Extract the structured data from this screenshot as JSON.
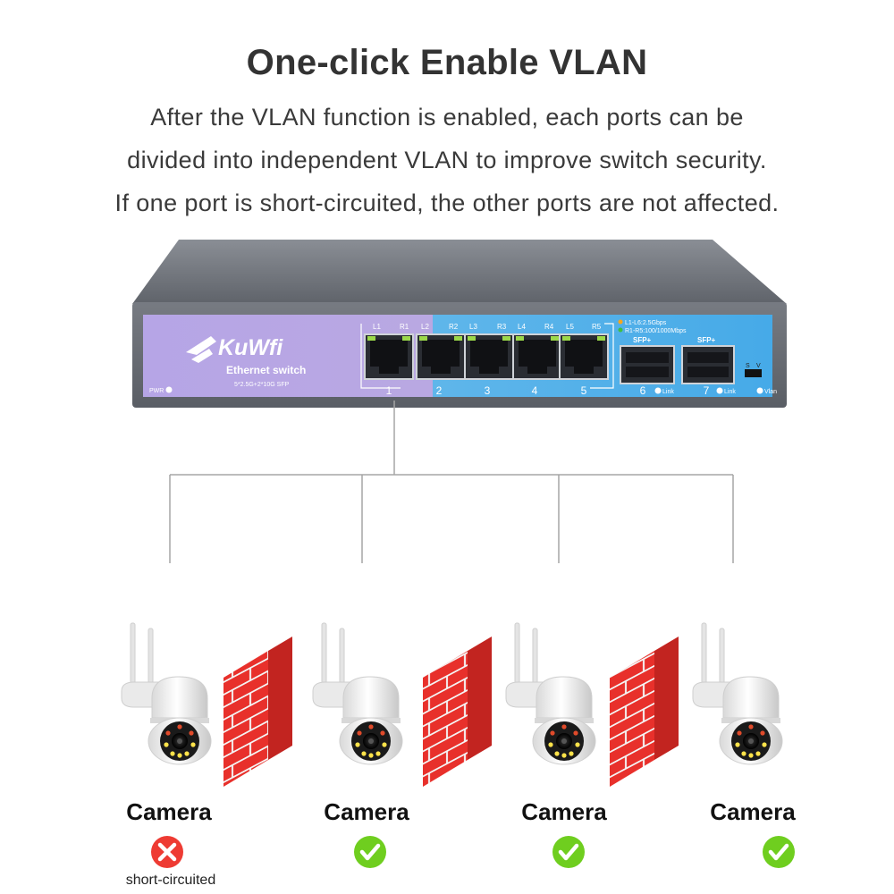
{
  "heading": "One-click Enable VLAN",
  "description": [
    "After the VLAN function is enabled, each ports can be",
    "divided into independent VLAN to improve switch security.",
    "If one port is short-circuited, the other ports are not affected."
  ],
  "switch": {
    "brand": "KuWfi",
    "subtitle": "Ethernet switch",
    "spec": "5*2.5G+2*10G SFP",
    "pwr_label": "PWR",
    "led_top_labels": [
      "L1",
      "R1",
      "L2",
      "R2",
      "L3",
      "R3",
      "L4",
      "R4",
      "L5",
      "R5"
    ],
    "legend": [
      "L1-L6:2.5Gbps",
      "R1-R5:100/1000Mbps"
    ],
    "rj45_ports": [
      "1",
      "2",
      "3",
      "4",
      "5"
    ],
    "sfp_ports": [
      {
        "label": "SFP+",
        "number": "6",
        "link": "Link"
      },
      {
        "label": "SFP+",
        "number": "7",
        "link": "Link"
      }
    ],
    "switch_labels": [
      "S",
      "V"
    ],
    "vlan_label": "Vlan",
    "colors": {
      "body": "#6d7178",
      "panel_purple": "#b9a7e4",
      "panel_blue": "#4aaee8"
    }
  },
  "cameras": [
    {
      "label": "Camera",
      "status": "error",
      "status_icon": "cross-icon",
      "note": "short-circuited"
    },
    {
      "label": "Camera",
      "status": "ok",
      "status_icon": "check-icon"
    },
    {
      "label": "Camera",
      "status": "ok",
      "status_icon": "check-icon"
    },
    {
      "label": "Camera",
      "status": "ok",
      "status_icon": "check-icon"
    }
  ],
  "colors": {
    "firewall": "#e8302b",
    "ok": "#6fce1f",
    "error": "#ee3b33",
    "line": "#a5a5a5"
  }
}
